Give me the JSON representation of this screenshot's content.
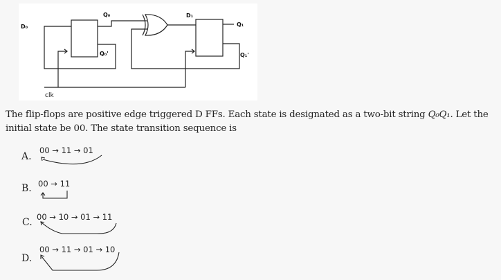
{
  "diagram": {
    "labels": {
      "d0": "D₀",
      "q0": "Q₀",
      "q0_bar": "Q₀'",
      "d1": "D₁",
      "q1": "Q₁",
      "q1_bar": "Q₁'",
      "clk": "clk"
    }
  },
  "question": {
    "text_part1": "The flip-flops are positive edge triggered D FFs. Each state is designated as a two-bit string ",
    "math": "Q₀Q₁",
    "text_part2": ". Let the initial state be 00. The state transition sequence is"
  },
  "options": [
    {
      "letter": "A.",
      "sequence": "00 → 11 → 01"
    },
    {
      "letter": "B.",
      "sequence": "00 → 11"
    },
    {
      "letter": "C.",
      "sequence": "00 → 10 → 01 → 11"
    },
    {
      "letter": "D.",
      "sequence": "00 → 11 → 01 → 10"
    }
  ]
}
